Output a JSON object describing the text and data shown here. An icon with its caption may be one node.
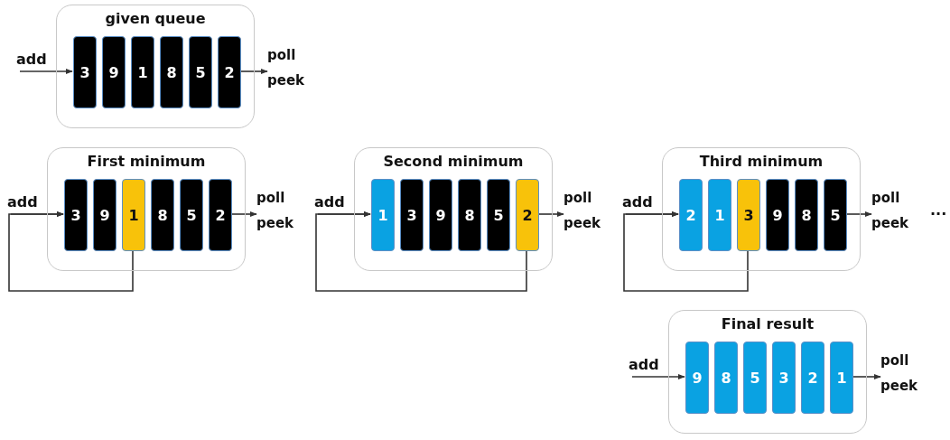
{
  "diagram": {
    "nodes": [
      {
        "text": [
          "given queue"
        ]
      },
      {
        "text": [
          "3"
        ],
        "in": 0
      },
      {
        "text": [
          "9"
        ],
        "in": 0
      },
      {
        "text": [
          "1"
        ],
        "in": 0
      },
      {
        "text": [
          "8"
        ],
        "in": 0
      },
      {
        "text": [
          "5"
        ],
        "in": 0
      },
      {
        "text": [
          "2"
        ],
        "in": 0
      },
      {
        "text": [
          "First minimum"
        ]
      },
      {
        "text": [
          "3"
        ],
        "in": 7
      },
      {
        "text": [
          "9"
        ],
        "in": 7
      },
      {
        "text": [
          "1"
        ],
        "in": 7
      },
      {
        "text": [
          "8"
        ],
        "in": 7
      },
      {
        "text": [
          "5"
        ],
        "in": 7
      },
      {
        "text": [
          "2"
        ],
        "in": 7
      },
      {
        "text": [
          "Second minimum"
        ]
      },
      {
        "text": [
          "1"
        ],
        "in": 14
      },
      {
        "text": [
          "3"
        ],
        "in": 14
      },
      {
        "text": [
          "9"
        ],
        "in": 14
      },
      {
        "text": [
          "8"
        ],
        "in": 14
      },
      {
        "text": [
          "5"
        ],
        "in": 14
      },
      {
        "text": [
          "2"
        ],
        "in": 14
      },
      {
        "text": [
          "Third minimum"
        ]
      },
      {
        "text": [
          "2"
        ],
        "in": 21
      },
      {
        "text": [
          "1"
        ],
        "in": 21
      },
      {
        "text": [
          "3"
        ],
        "in": 21
      },
      {
        "text": [
          "9"
        ],
        "in": 21
      },
      {
        "text": [
          "8"
        ],
        "in": 21
      },
      {
        "text": [
          "5"
        ],
        "in": 21
      },
      {
        "text": [
          "Final result"
        ]
      },
      {
        "text": [
          "9"
        ],
        "in": 28
      },
      {
        "text": [
          "8"
        ],
        "in": 28
      },
      {
        "text": [
          "5"
        ],
        "in": 28
      },
      {
        "text": [
          "3"
        ],
        "in": 28
      },
      {
        "text": [
          "2"
        ],
        "in": 28
      },
      {
        "text": [
          "1"
        ],
        "in": 28
      },
      {
        "text": [
          "poll",
          "peek"
        ]
      },
      {
        "text": [
          "poll",
          "peek"
        ]
      },
      {
        "text": [
          "poll",
          "peek"
        ]
      },
      {
        "text": [
          "poll",
          "peek"
        ]
      },
      {
        "text": [
          "poll",
          "peek"
        ]
      }
    ],
    "edges": [
      {
        "from": null,
        "to": 1,
        "arrow": "to",
        "label": "add"
      },
      {
        "from": 6,
        "to": 35,
        "arrow": "to"
      },
      {
        "from": null,
        "to": 8,
        "arrow": "to",
        "label": "add"
      },
      {
        "from": 13,
        "to": 36,
        "arrow": "to"
      },
      {
        "from": 10,
        "to": 8,
        "arrow": "to"
      },
      {
        "from": null,
        "to": 15,
        "arrow": "to",
        "label": "add"
      },
      {
        "from": 20,
        "to": 37,
        "arrow": "to"
      },
      {
        "from": 20,
        "to": 15,
        "arrow": "to"
      },
      {
        "from": null,
        "to": 22,
        "arrow": "to",
        "label": "add"
      },
      {
        "from": 27,
        "to": 38,
        "arrow": "to"
      },
      {
        "from": 24,
        "to": 22,
        "arrow": "to"
      },
      {
        "from": null,
        "to": 29,
        "arrow": "to",
        "label": "add"
      },
      {
        "from": 34,
        "to": 39,
        "arrow": "to"
      }
    ],
    "labels": [
      "..."
    ]
  }
}
